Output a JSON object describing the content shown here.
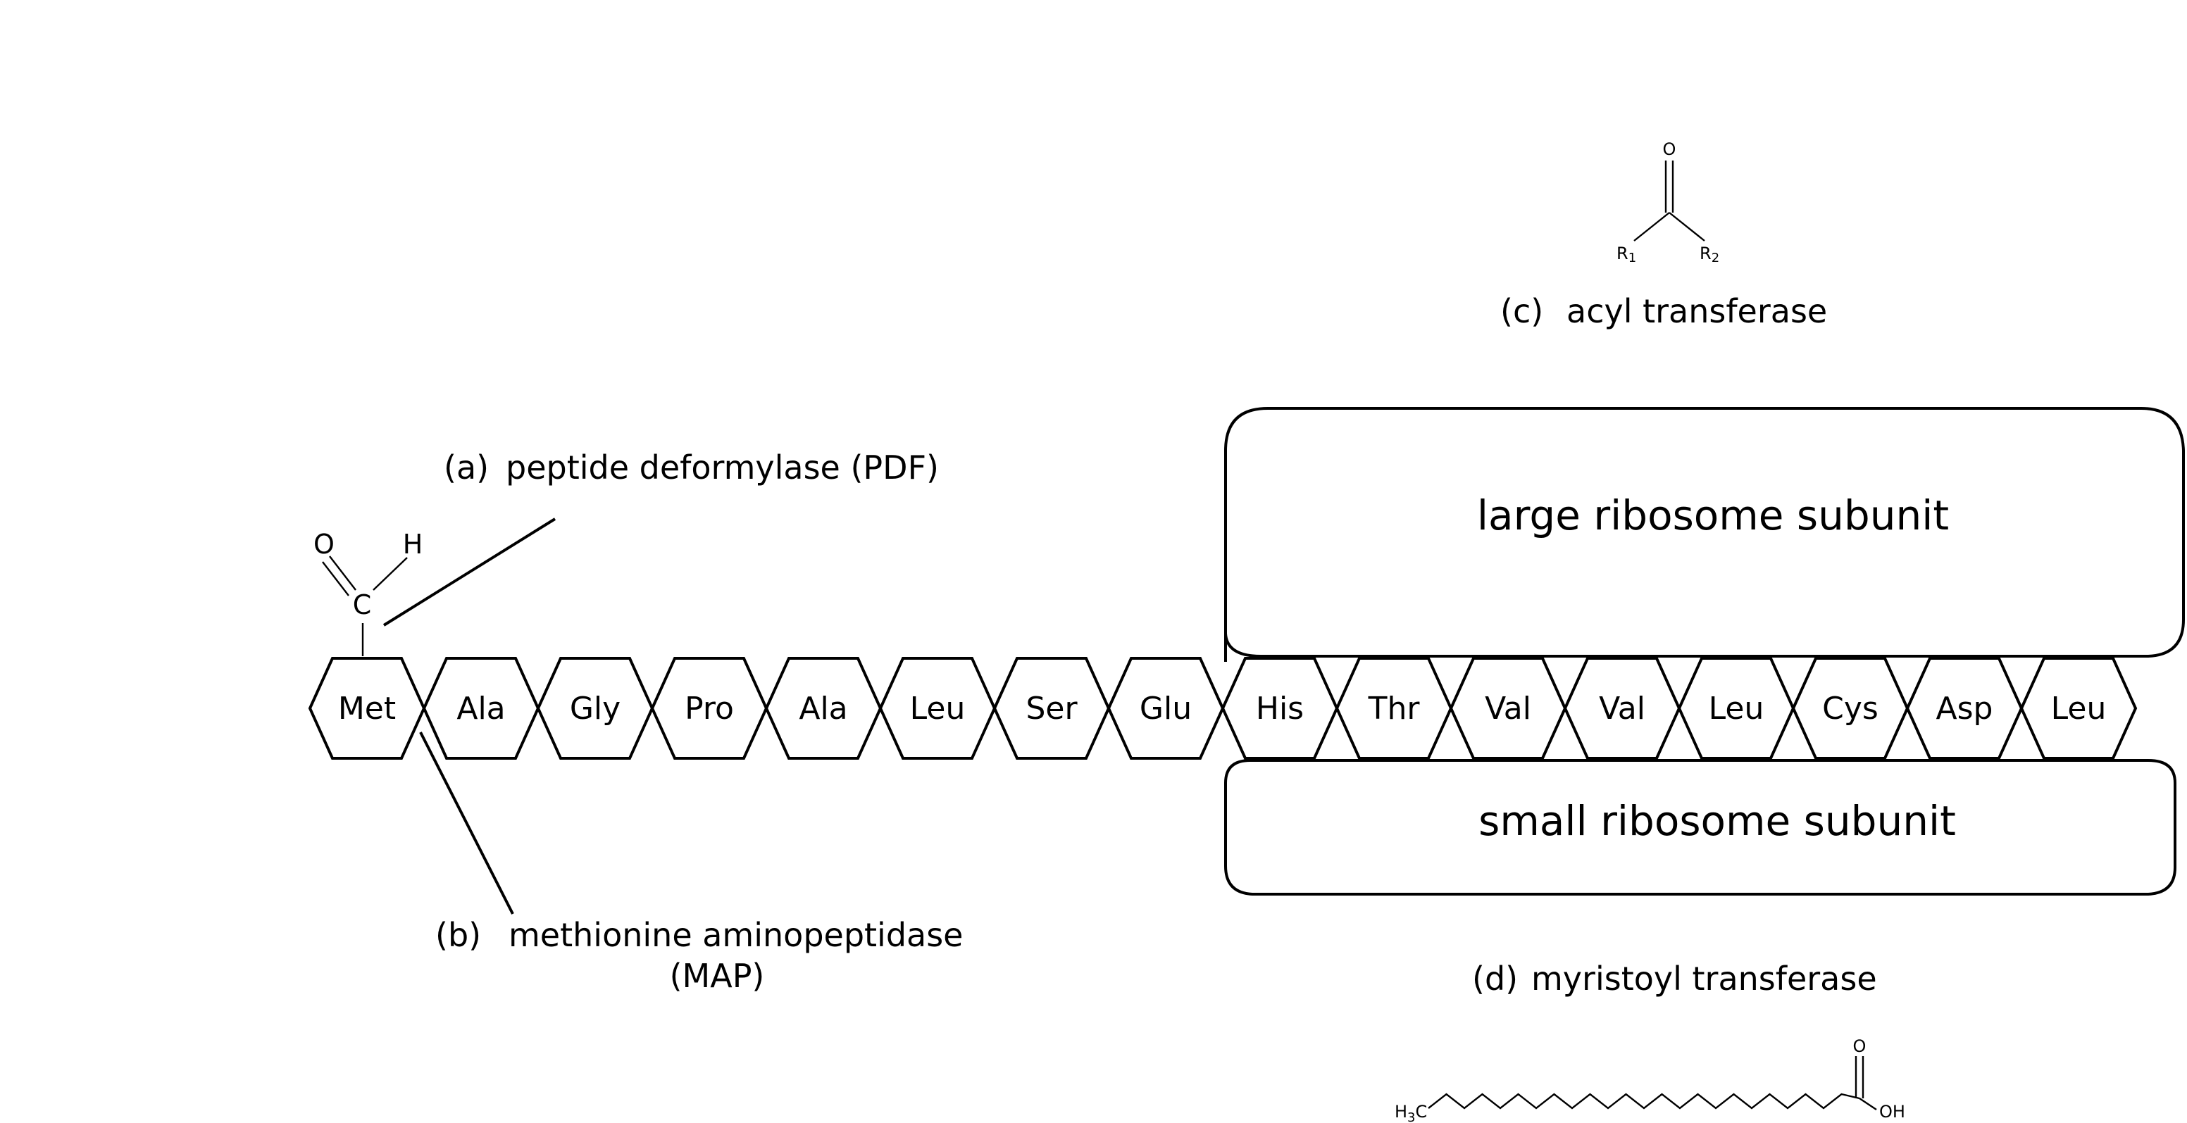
{
  "ribosome": {
    "large_label": "large ribosome subunit",
    "small_label": "small ribosome subunit"
  },
  "peptide": {
    "residues": [
      "Met",
      "Ala",
      "Gly",
      "Pro",
      "Ala",
      "Leu",
      "Ser",
      "Glu",
      "His",
      "Thr",
      "Val",
      "Val",
      "Leu",
      "Cys",
      "Asp",
      "Leu"
    ]
  },
  "labels": {
    "a_letter": "(a)",
    "a_name": "peptide deformylase (PDF)",
    "b_letter": "(b)",
    "b_name": "methionine aminopeptidase",
    "b_name2": "(MAP)",
    "c_letter": "(c)",
    "c_name": "acyl transferase",
    "d_letter": "(d)",
    "d_name": "myristoyl transferase"
  },
  "formyl_group": {
    "o": "O",
    "h": "H",
    "c": "C"
  },
  "acyl_group": {
    "o": "O",
    "r1": "R",
    "r1_sub": "1",
    "r2": "R",
    "r2_sub": "2"
  },
  "myristic_acid": {
    "left": "H",
    "left_sub": "3",
    "left_c": "C",
    "o": "O",
    "oh": "OH"
  }
}
